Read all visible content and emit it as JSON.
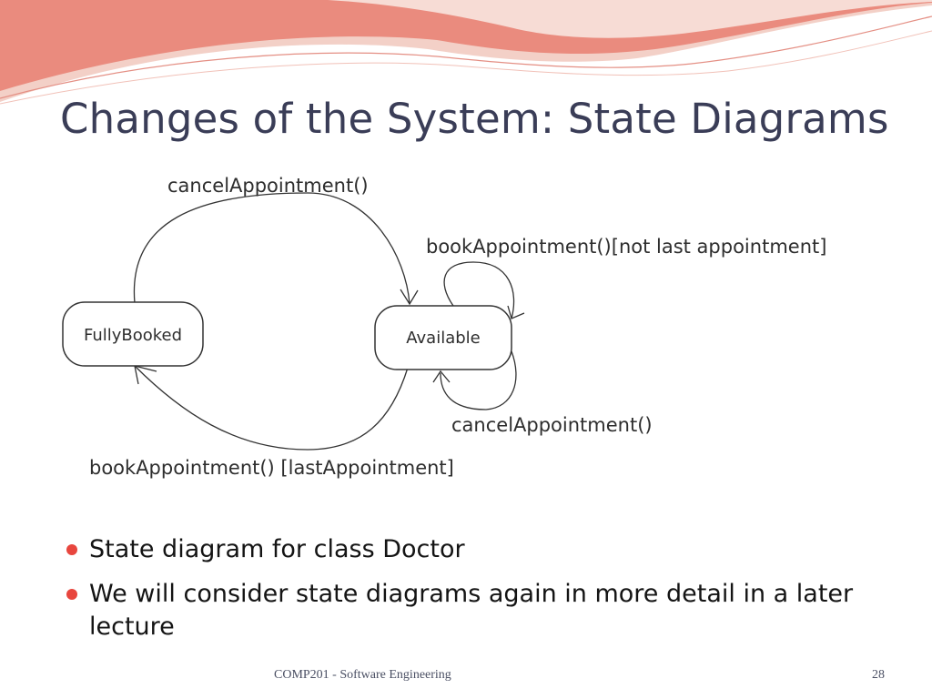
{
  "slide": {
    "title": "Changes of the System: State Diagrams"
  },
  "diagram": {
    "states": [
      {
        "label": "FullyBooked"
      },
      {
        "label": "Available"
      }
    ],
    "transitions": [
      {
        "label": "cancelAppointment()"
      },
      {
        "label": "bookAppointment()[not last appointment]"
      },
      {
        "label": "cancelAppointment()"
      },
      {
        "label": "bookAppointment() [lastAppointment]"
      }
    ]
  },
  "bullets": [
    {
      "text": "State diagram for class Doctor"
    },
    {
      "text": "We will consider state diagrams again in more detail in a later lecture"
    }
  ],
  "footer": {
    "course": "COMP201 - Software Engineering",
    "page": "28"
  },
  "colors": {
    "title": "#3a3d57",
    "bullet": "#e8463e",
    "header_wave": "#e9867a"
  }
}
